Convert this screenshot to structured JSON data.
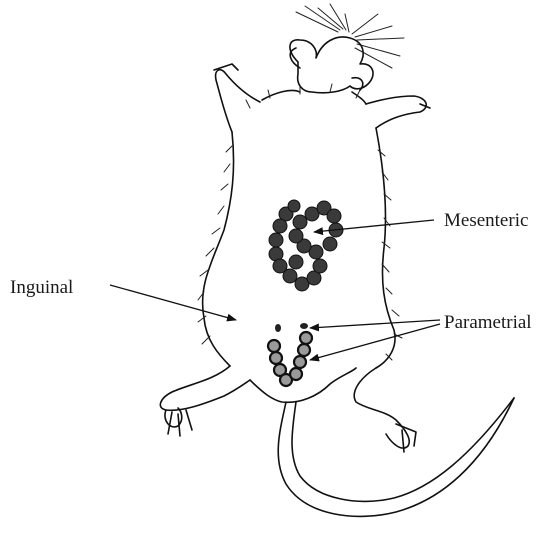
{
  "labels": {
    "mesenteric": "Mesenteric",
    "inguinal": "Inguinal",
    "parametrial": "Parametrial"
  }
}
